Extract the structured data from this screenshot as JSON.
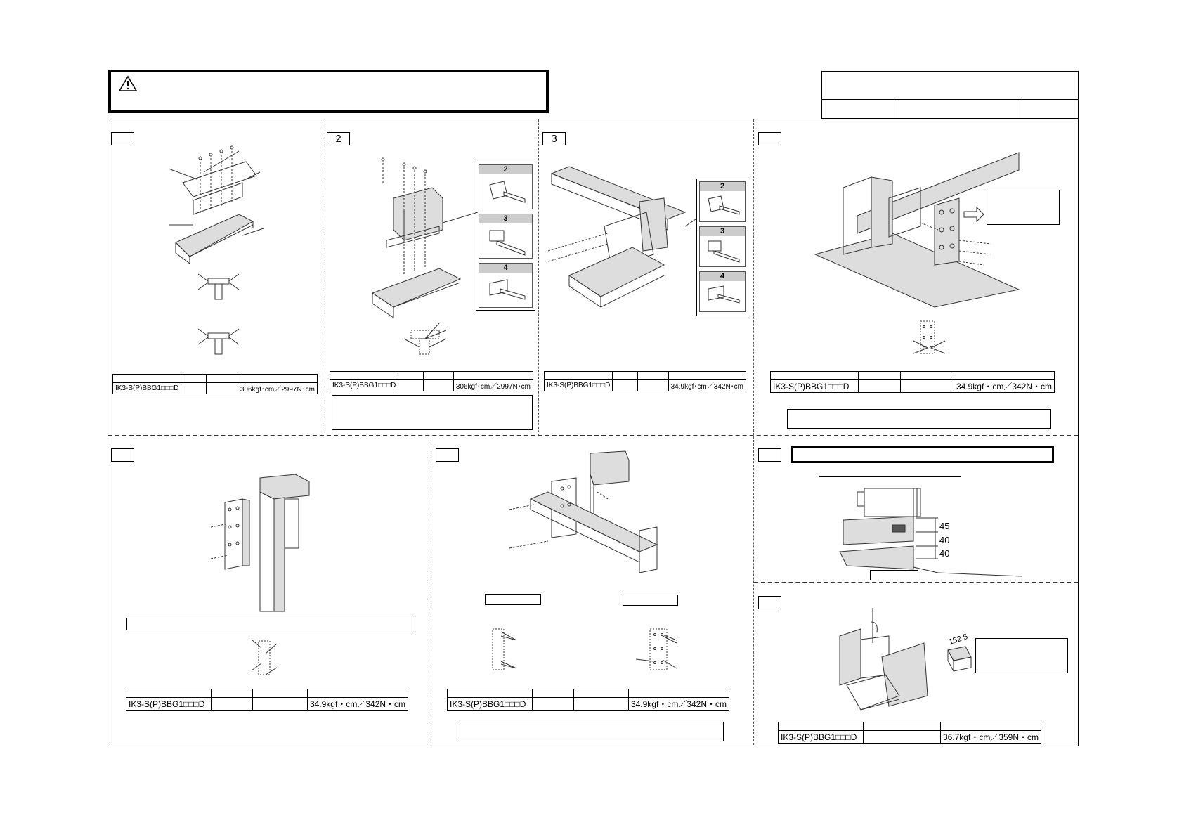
{
  "warning": {
    "icon": "warning-triangle-icon"
  },
  "steps": [
    {
      "label": ""
    },
    {
      "label": "2"
    },
    {
      "label": "3"
    },
    {
      "label": ""
    },
    {
      "label": ""
    },
    {
      "label": ""
    },
    {
      "label": ""
    },
    {
      "label": ""
    }
  ],
  "thumbnails": {
    "panel2": [
      "2",
      "3",
      "4"
    ],
    "panel3": [
      "2",
      "3",
      "4"
    ]
  },
  "torque": {
    "panel1": {
      "model": "IK3-S(P)BBG1□□□D",
      "value": "306kgf･cm／2997N･cm"
    },
    "panel2": {
      "model": "IK3-S(P)BBG1□□□D",
      "value": "306kgf･cm／2997N･cm"
    },
    "panel3": {
      "model": "IK3-S(P)BBG1□□□D",
      "value": "34.9kgf･cm／342N･cm"
    },
    "panel4": {
      "model": "IK3-S(P)BBG1□□□D",
      "value": "34.9kgf・cm／342N・cm"
    },
    "panel5": {
      "model": "IK3-S(P)BBG1□□□D",
      "value": "34.9kgf・cm／342N・cm"
    },
    "panel6": {
      "model": "IK3-S(P)BBG1□□□D",
      "value": "34.9kgf・cm／342N・cm"
    },
    "panel8": {
      "model": "IK3-S(P)BBG1□□□D",
      "value": "36.7kgf・cm／359N・cm"
    }
  },
  "dimensions": [
    "45",
    "40",
    "40"
  ],
  "dimension_152": "152.5"
}
